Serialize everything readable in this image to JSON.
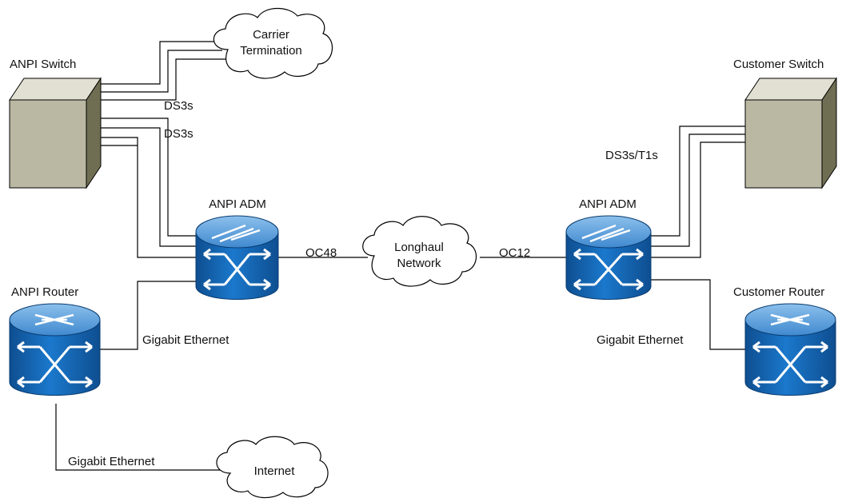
{
  "nodes": {
    "anpi_switch": {
      "label": "ANPI Switch",
      "icon": "switch-box-icon"
    },
    "customer_switch": {
      "label": "Customer Switch",
      "icon": "switch-box-icon"
    },
    "anpi_adm_left": {
      "label": "ANPI ADM",
      "icon": "adm-cylinder-icon"
    },
    "anpi_adm_right": {
      "label": "ANPI ADM",
      "icon": "adm-cylinder-icon"
    },
    "anpi_router": {
      "label": "ANPI Router",
      "icon": "router-cylinder-icon"
    },
    "customer_router": {
      "label": "Customer Router",
      "icon": "router-cylinder-icon"
    }
  },
  "clouds": {
    "carrier_termination": {
      "line1": "Carrier",
      "line2": "Termination",
      "icon": "cloud-icon"
    },
    "longhaul_network": {
      "line1": "Longhaul",
      "line2": "Network",
      "icon": "cloud-icon"
    },
    "internet": {
      "line1": "Internet",
      "icon": "cloud-icon"
    }
  },
  "links": {
    "switch_to_carrier": "DS3s",
    "switch_to_adm": "DS3s",
    "adm_left_to_longhaul": "OC48",
    "longhaul_to_adm_right": "OC12",
    "adm_right_to_customer_switch": "DS3s/T1s",
    "router_to_adm_left": "Gigabit Ethernet",
    "adm_right_to_customer_router": "Gigabit Ethernet",
    "router_to_internet": "Gigabit Ethernet"
  },
  "colors": {
    "cylinder_blue": "#1a6fc0",
    "cylinder_dark": "#0d4f94",
    "cylinder_top": "#5fa3dc",
    "switch_front": "#b9b6a0",
    "switch_top": "#d9d7c8",
    "switch_side": "#7b7a60",
    "line": "#000000"
  }
}
